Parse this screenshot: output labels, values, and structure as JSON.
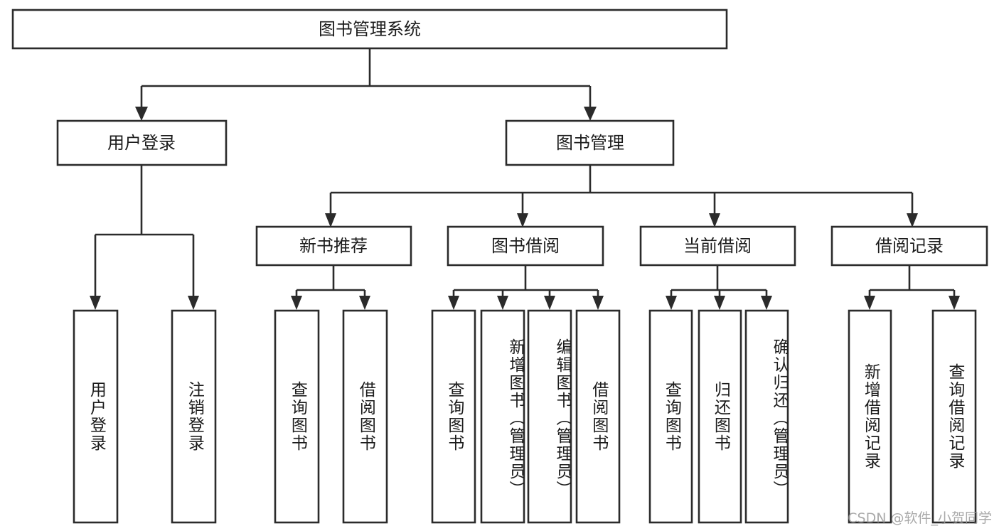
{
  "diagram": {
    "title": "图书管理系统",
    "type": "tree-hierarchy-chart",
    "root": {
      "label": "图书管理系统"
    },
    "level2": [
      {
        "label": "用户登录"
      },
      {
        "label": "图书管理"
      }
    ],
    "level3": [
      {
        "label": "新书推荐"
      },
      {
        "label": "图书借阅"
      },
      {
        "label": "当前借阅"
      },
      {
        "label": "借阅记录"
      }
    ],
    "leaves": {
      "user_login": [
        {
          "label": "用户登录"
        },
        {
          "label": "注销登录"
        }
      ],
      "new_book_recommend": [
        {
          "label": "查询图书"
        },
        {
          "label": "借阅图书"
        }
      ],
      "book_borrow": [
        {
          "label": "查询图书"
        },
        {
          "label": "新增图书（管理员）"
        },
        {
          "label": "编辑图书（管理员）"
        },
        {
          "label": "借阅图书"
        }
      ],
      "current_borrow": [
        {
          "label": "查询图书"
        },
        {
          "label": "归还图书"
        },
        {
          "label": "确认归还（管理员）"
        }
      ],
      "borrow_record": [
        {
          "label": "新增借阅记录"
        },
        {
          "label": "查询借阅记录"
        }
      ]
    }
  },
  "watermark": {
    "text": "CSDN @软件_小贺同学"
  },
  "colors": {
    "stroke": "#2b2b2b",
    "fill": "#ffffff",
    "text": "#1c1c1c",
    "watermark": "#9b9b9b"
  }
}
